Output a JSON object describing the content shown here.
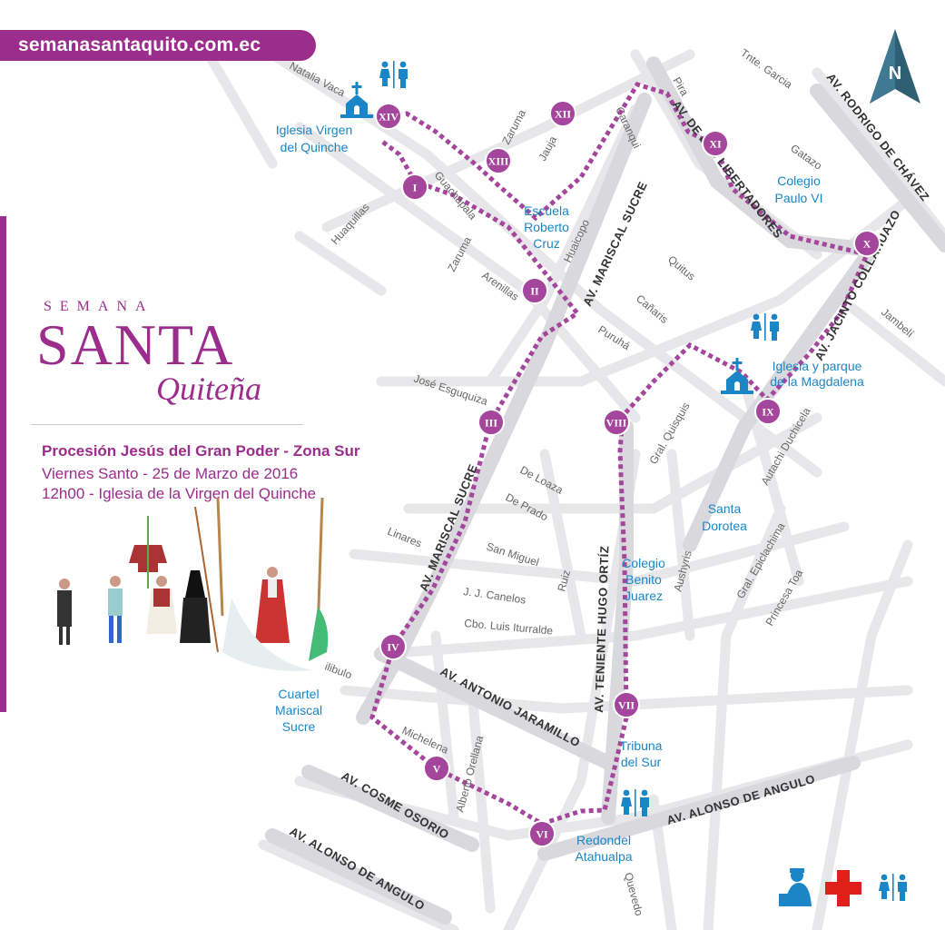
{
  "website": "semanasantaquito.com.ec",
  "logo": {
    "word1": "SEMANA",
    "word2": "SANTA",
    "word3": "Quiteña"
  },
  "event": {
    "title": "Procesión Jesús del Gran Poder - Zona Sur",
    "date_line": "Viernes Santo - 25 de Marzo de 2016",
    "time_line": "12h00 - Iglesia de la Virgen del Quinche"
  },
  "compass": {
    "label": "N"
  },
  "stations": [
    "I",
    "II",
    "III",
    "IV",
    "V",
    "VI",
    "VII",
    "VIII",
    "IX",
    "X",
    "XI",
    "XII",
    "XIII",
    "XIV"
  ],
  "places": {
    "iglesia_quinche": [
      "Iglesia Virgen",
      "del Quinche"
    ],
    "escuela": [
      "Escuela",
      "Roberto",
      "Cruz"
    ],
    "colegio_paulo": [
      "Colegio",
      "Paulo VI"
    ],
    "magdalena": [
      "Iglesia y parque",
      "de la Magdalena"
    ],
    "santa_dorotea": [
      "Santa",
      "Dorotea"
    ],
    "colegio_juarez": [
      "Colegio",
      "Benito",
      "Juarez"
    ],
    "cuartel": [
      "Cuartel",
      "Mariscal",
      "Sucre"
    ],
    "tribuna": [
      "Tribuna",
      "del Sur"
    ],
    "redondel": [
      "Redondel",
      "Atahualpa"
    ]
  },
  "avenues": {
    "rodrigo": "AV. RODRIGO DE CHÁVEZ",
    "libertadores": "AV. DE LOS LIBERTADORES",
    "collahuazo": "AV. JACINTO COLLAHUAZO",
    "sucre_north": "AV. MARISCAL SUCRE",
    "sucre_south": "AV. MARISCAL SUCRE",
    "hugo_ortiz": "AV. TENIENTE HUGO ORTÍZ",
    "jaramillo": "AV. ANTONIO JARAMILLO",
    "cosme": "AV. COSME OSORIO",
    "alonso_east": "AV. ALONSO DE ANGULO",
    "alonso_west": "AV. ALONSO DE ANGULO"
  },
  "streets": {
    "natalia_vaca": "Natalia Vaca",
    "tnte_garcia": "Tnte. Garcia",
    "pira": "Pira",
    "gatazo": "Gatazo",
    "caranqui": "Caranqui",
    "zaruma_n": "Zaruma",
    "jauja": "Jauja",
    "guachapala": "Guachapala",
    "zaruma_s": "Zaruma",
    "huaquillas": "Huaquillas",
    "huaicopo": "Huaicopo",
    "arenillas": "Arenillas",
    "quitus": "Quitus",
    "canaris": "Cañaris",
    "jambeli": "Jambelí",
    "puruha": "Puruhá",
    "jose_esguquiza": "José Esguquiza",
    "gral_quisquis": "Gral. Quisquis",
    "autachi": "Autachi Duchicela",
    "de_loaza": "De Loaza",
    "de_prado": "De Prado",
    "linares": "Linares",
    "san_miguel": "San Miguel",
    "ruiz": "Ruiz",
    "gral_epiclachima": "Gral. Epiclachima",
    "aushyris": "Aushyris",
    "princesa_toa": "Princesa Toa",
    "jj_canelos": "J. J. Canelos",
    "cbo_iturralde": "Cbo. Luis Iturralde",
    "ilibulo": "ilibulo",
    "michelena": "Michelena",
    "alberto_orellana": "Alberto Orellana",
    "quevedo": "Quevedo"
  },
  "colors": {
    "brand": "#9b2d8c",
    "station": "#a3469c",
    "place": "#1a86c7",
    "red_cross": "#e0201b",
    "compass": "#2e5f73"
  },
  "icons": [
    "church-icon",
    "restroom-icon",
    "police-icon",
    "red-cross-icon",
    "north-arrow-icon"
  ]
}
